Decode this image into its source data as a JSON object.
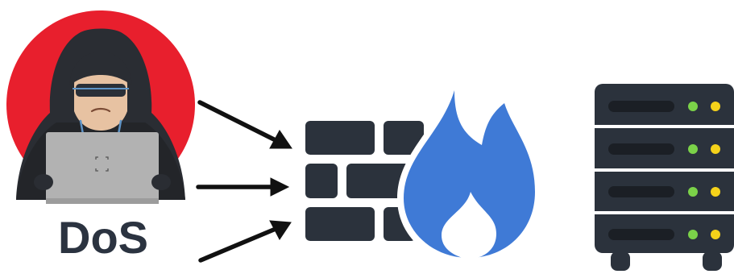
{
  "diagram": {
    "attacker": {
      "label": "DoS",
      "icon": "hooded-hacker-icon",
      "accent_color": "#e81f2d"
    },
    "arrows": {
      "count": 3,
      "color": "#111111"
    },
    "firewall": {
      "icon": "firewall-icon",
      "brick_color": "#2b323c",
      "flame_color": "#3f7ad6"
    },
    "server": {
      "icon": "server-rack-icon",
      "unit_count": 4,
      "body_color": "#2b323c",
      "led_colors": [
        "#7bd249",
        "#f5d21a"
      ]
    }
  }
}
